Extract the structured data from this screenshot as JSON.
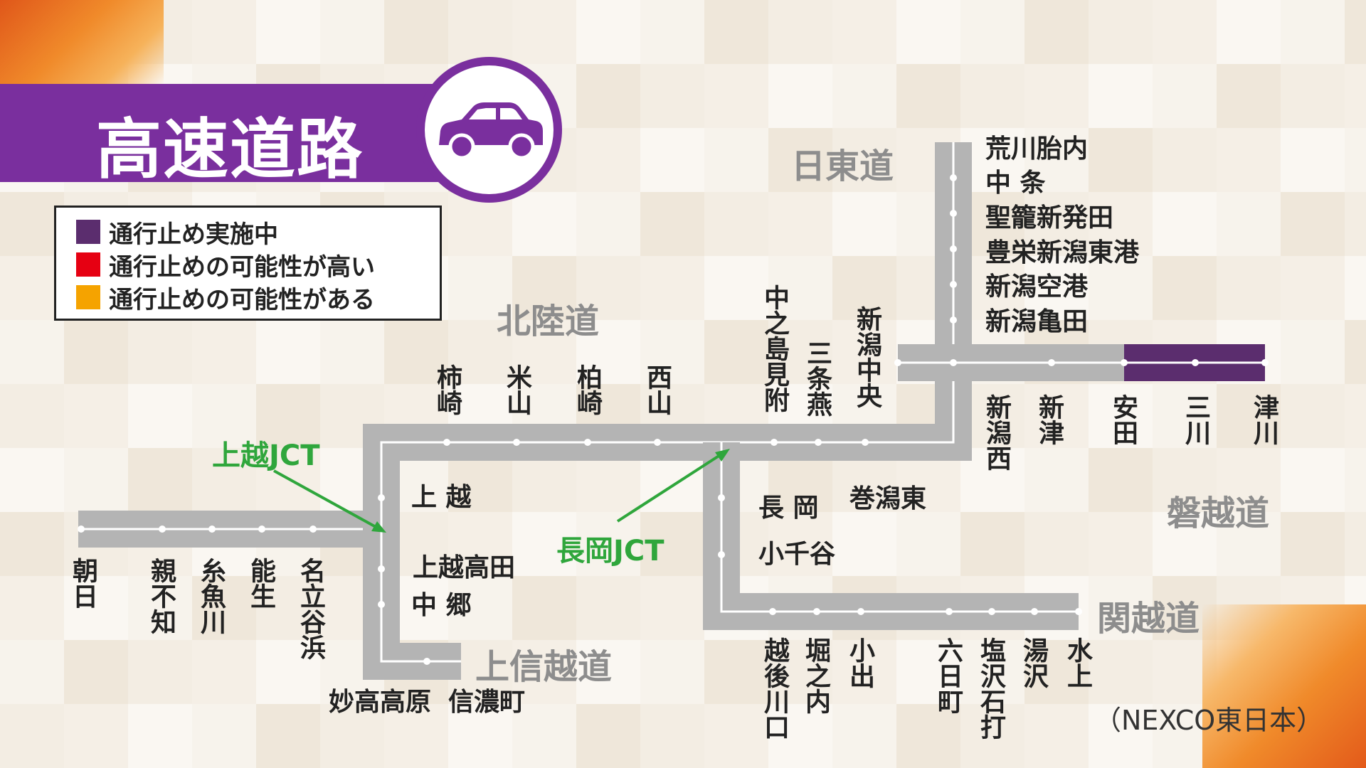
{
  "title": "高速道路",
  "title_icon": "car-icon",
  "colors": {
    "closure": "#5b2d6e",
    "high_possibility": "#e60012",
    "possibility": "#f5a300",
    "road": "#b4b4b4",
    "jct": "#2fa63c",
    "title_band": "#7a2f9e"
  },
  "legend": [
    {
      "label": "通行止め実施中",
      "color": "#5b2d6e"
    },
    {
      "label": "通行止めの可能性が高い",
      "color": "#e60012"
    },
    {
      "label": "通行止めの可能性がある",
      "color": "#f5a300"
    }
  ],
  "road_names": {
    "nittodo": "日東道",
    "hokurikudo": "北陸道",
    "banetsudo": "磐越道",
    "kanetsudo": "関越道",
    "joshinetsudo": "上信越道"
  },
  "junctions": {
    "joetsu_jct": "上越JCT",
    "nagaoka_jct": "長岡JCT"
  },
  "interchanges": {
    "arakawa_tainai": "荒川胎内",
    "nakajo": "中 条",
    "seiro_shibata": "聖籠新発田",
    "hoei_niigata_higashiko": "豊栄新潟東港",
    "niigata_kuko": "新潟空港",
    "niigata_kameda": "新潟亀田",
    "kakizaki": "柿崎",
    "yoneyama": "米山",
    "kashiwazaki": "柏崎",
    "nishiyama": "西山",
    "nakanoshima_mitsuke": "中之島見附",
    "sanjo_tsubame": "三条燕",
    "niigata_chuo": "新潟中央",
    "niigata_nishi": "新潟西",
    "niitsu": "新津",
    "yasuda": "安田",
    "mikawa": "三川",
    "tsugawa": "津川",
    "joetsu": "上 越",
    "joetsu_takada": "上越高田",
    "nakago": "中 郷",
    "myoko_kogen": "妙高高原",
    "shinanomachi": "信濃町",
    "asahi": "朝日",
    "oyashirazu": "親不知",
    "itoigawa": "糸魚川",
    "nou": "能生",
    "nadachi_tanihama": "名立谷浜",
    "nagaoka": "長 岡",
    "ojiya": "小千谷",
    "makiniigata_higashi": "巻潟東",
    "echigo_kawaguchi": "越後川口",
    "horinouchi": "堀之内",
    "koide": "小出",
    "muikamachi": "六日町",
    "shiozawa_ishiuchi": "塩沢石打",
    "yuzawa": "湯沢",
    "minakami": "水上"
  },
  "credit": "（NEXCO東日本）"
}
